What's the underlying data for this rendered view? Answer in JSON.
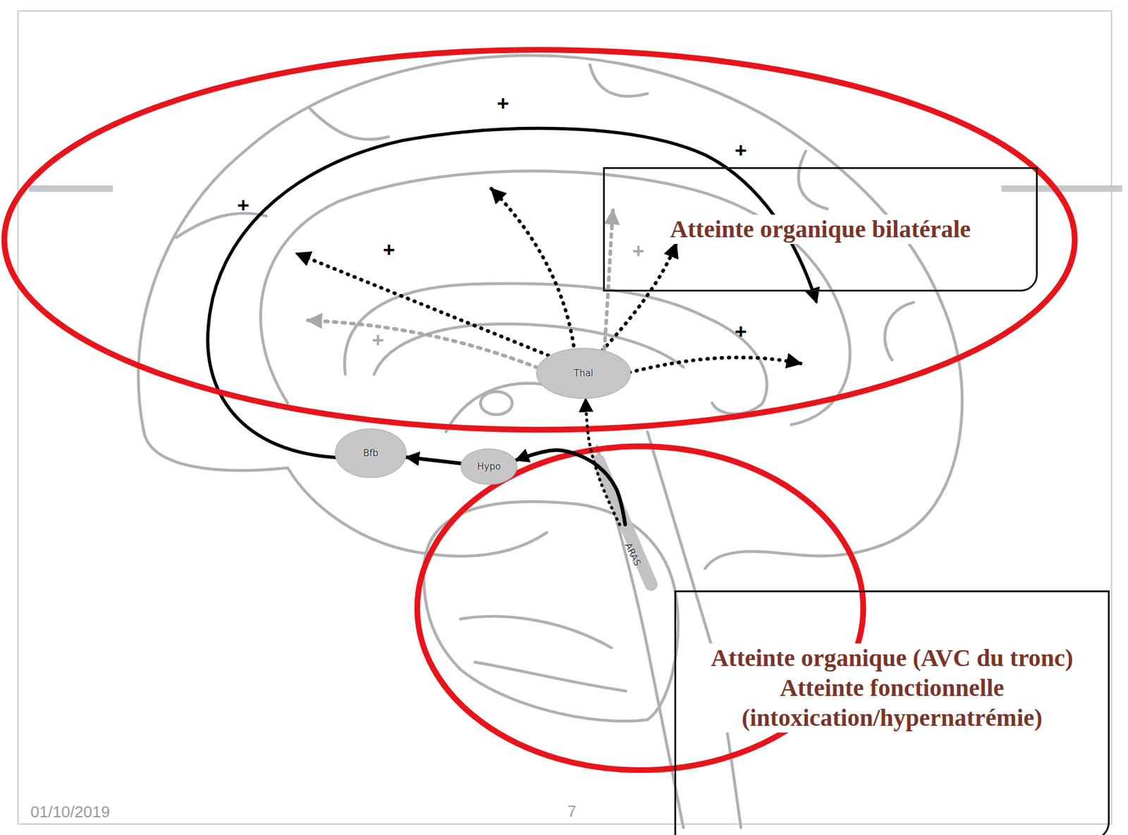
{
  "diagram": {
    "nodes": [
      {
        "text": [
          "Atteinte organique bilatérale"
        ]
      },
      {
        "text": [
          "Thal"
        ]
      },
      {
        "text": [
          "Bfb"
        ]
      },
      {
        "text": [
          "Hypo"
        ]
      },
      {
        "text": [
          "ARAS"
        ]
      },
      {
        "text": [
          "Atteinte organique (AVC du tronc)",
          "Atteinte fonctionnelle (intoxication/hypernatrémie)"
        ]
      }
    ],
    "edges": [
      {
        "from": 4,
        "to": 3,
        "arrow": "to"
      },
      {
        "from": 4,
        "to": 1,
        "arrow": "to"
      },
      {
        "from": 3,
        "to": 2,
        "arrow": "to"
      }
    ],
    "labels": [
      "+",
      "+",
      "+",
      "+",
      "+",
      "+",
      "+",
      "01/10/2019",
      "7"
    ]
  }
}
